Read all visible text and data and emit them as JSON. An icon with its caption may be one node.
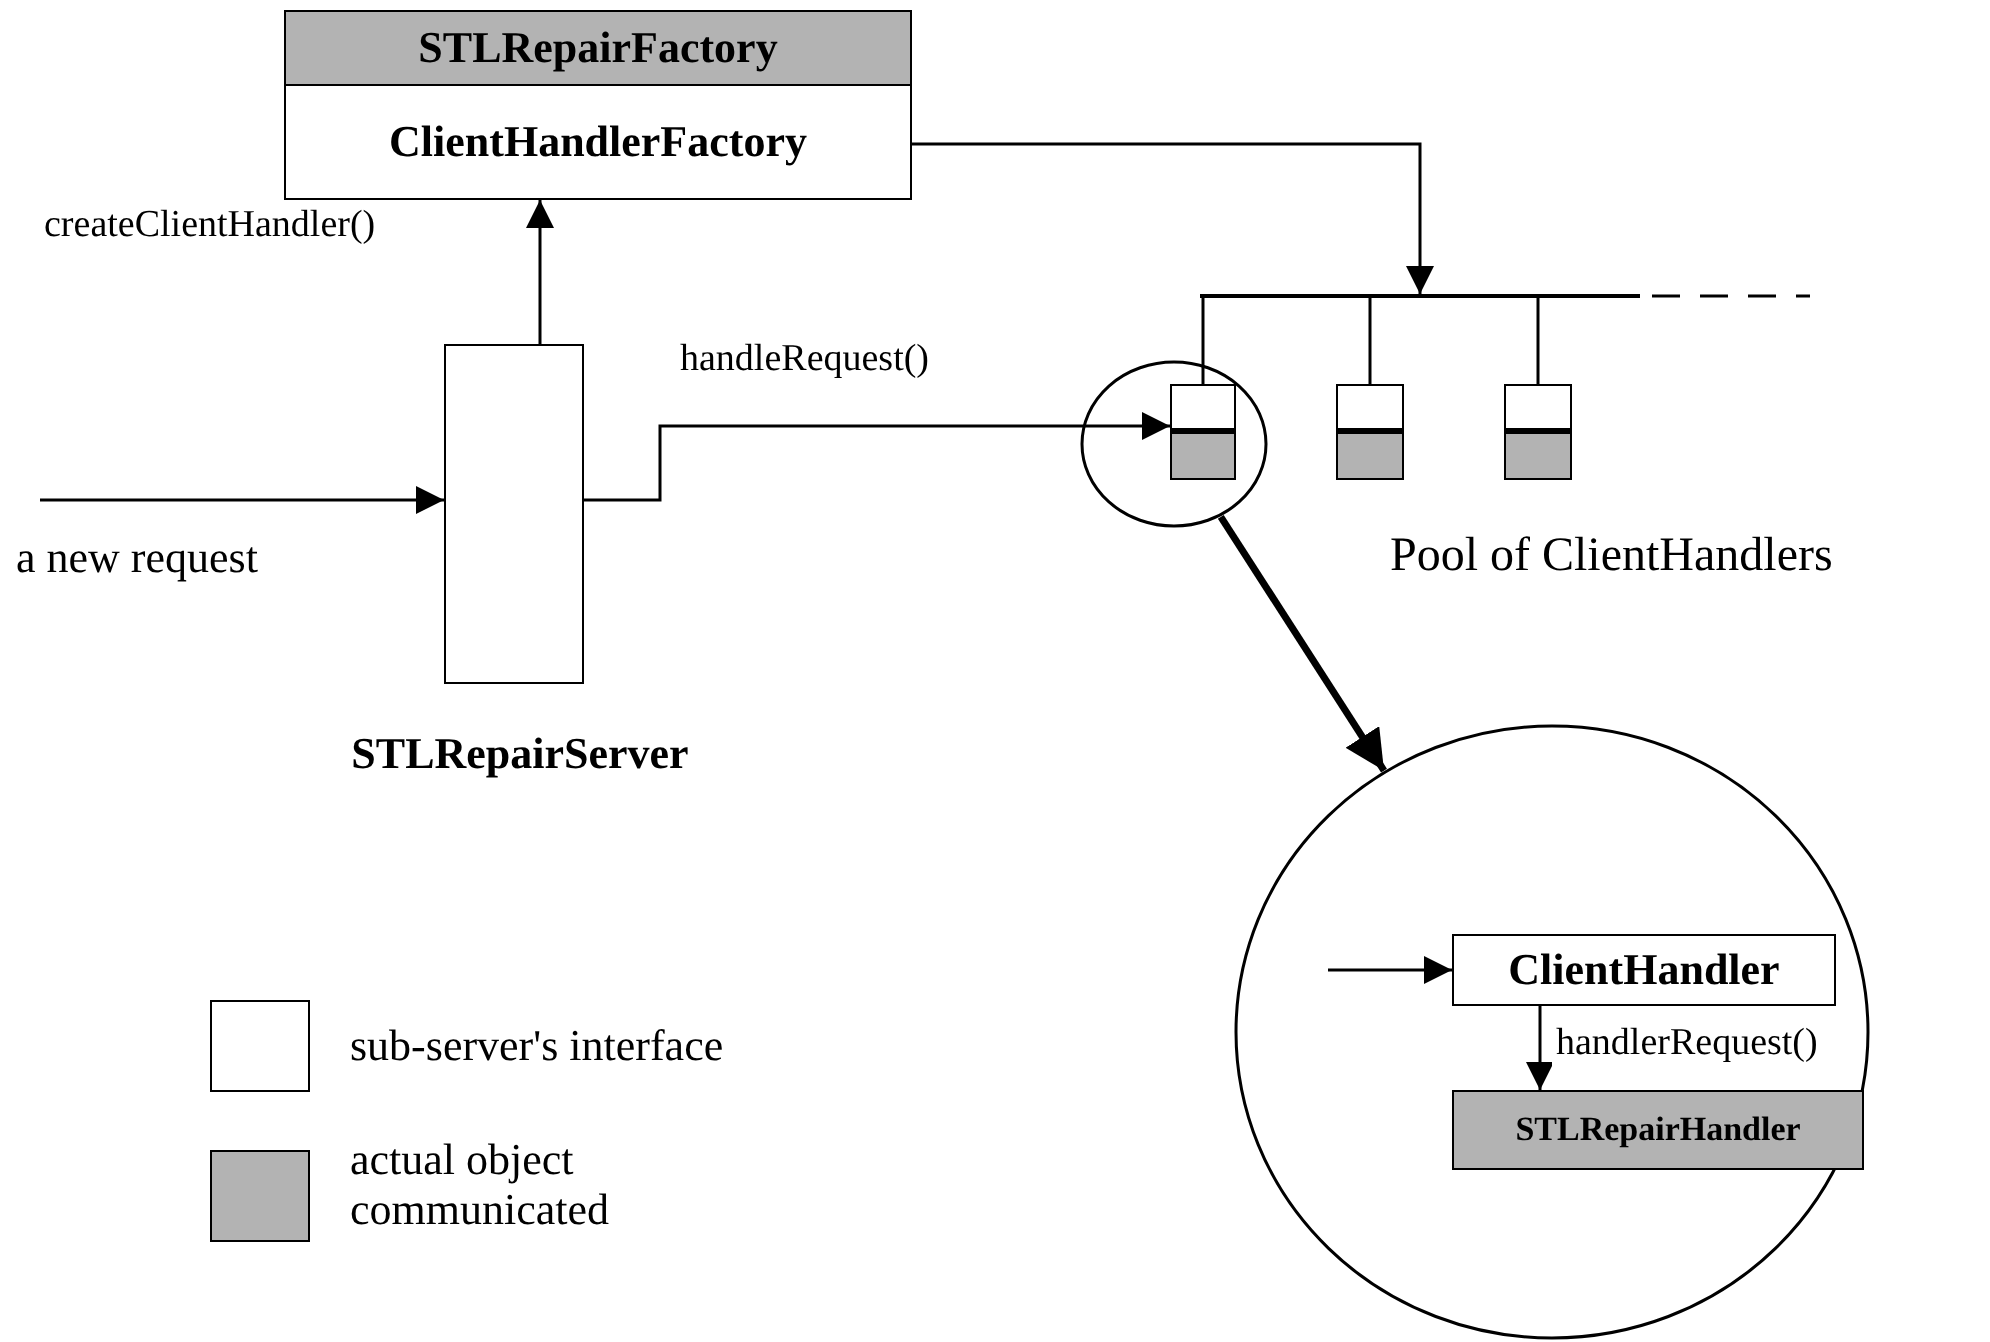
{
  "diagram": {
    "nodes": [
      {
        "text": [
          "STLRepairFactory"
        ]
      },
      {
        "text": [
          "ClientHandlerFactory"
        ]
      },
      {
        "text": [],
        "shape": "box",
        "beside": [
          "STLRepairServer"
        ]
      },
      {
        "text": [
          "a new request"
        ]
      },
      {
        "text": [],
        "shape": "circle"
      },
      {
        "text": [],
        "shape": "box",
        "in": 4
      },
      {
        "text": [],
        "shape": "box"
      },
      {
        "text": [],
        "shape": "box"
      },
      {
        "text": [],
        "shape": "circle"
      },
      {
        "text": [
          "ClientHandler"
        ],
        "in": 8
      },
      {
        "text": [
          "STLRepairHandler"
        ],
        "in": 8
      },
      {
        "text": [],
        "shape": "bar"
      }
    ],
    "edges": [
      {
        "from": 3,
        "to": 2,
        "arrow": "to"
      },
      {
        "from": 2,
        "to": 1,
        "arrow": "to",
        "label": "createClientHandler()"
      },
      {
        "from": 2,
        "to": 5,
        "arrow": "to",
        "label": "handleRequest()"
      },
      {
        "from": 1,
        "to": 11,
        "arrow": "to"
      },
      {
        "from": 11,
        "to": 5,
        "arrow": "none"
      },
      {
        "from": 11,
        "to": 6,
        "arrow": "none"
      },
      {
        "from": 11,
        "to": 7,
        "arrow": "none"
      },
      {
        "from": 4,
        "to": 8,
        "arrow": "to",
        "style": "thick"
      },
      {
        "from": null,
        "to": 9,
        "arrow": "to"
      },
      {
        "from": 9,
        "to": 10,
        "arrow": "to",
        "label": "handlerRequest()"
      }
    ],
    "labels": [
      "Pool of ClientHandlers"
    ],
    "legend": [
      {
        "text": "sub-server's interface",
        "color": "#ffffff"
      },
      {
        "text": "actual object communicated",
        "color": "#b3b3b3"
      }
    ]
  }
}
